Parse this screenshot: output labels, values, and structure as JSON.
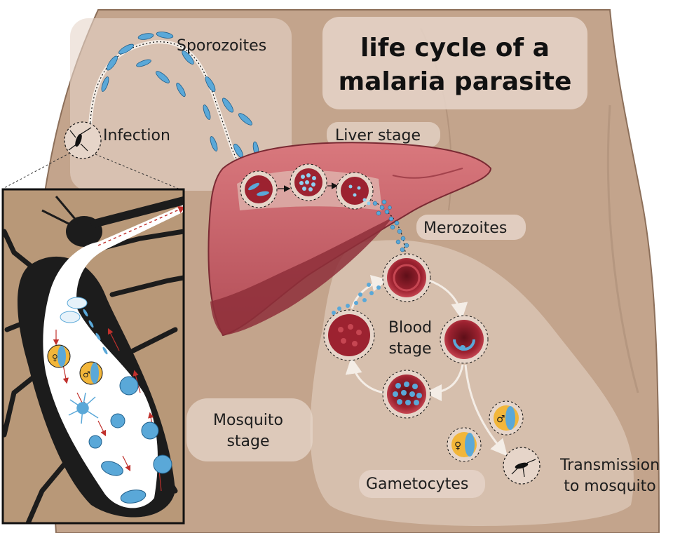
{
  "title": {
    "line1": "life cycle of a",
    "line2": "malaria parasite"
  },
  "labels": {
    "sporozoites": "Sporozoites",
    "infection": "Infection",
    "liver_stage": "Liver stage",
    "merozoites": "Merozoites",
    "blood_stage_1": "Blood",
    "blood_stage_2": "stage",
    "mosquito_stage_1": "Mosquito",
    "mosquito_stage_2": "stage",
    "gametocytes": "Gametocytes",
    "transmission_1": "Transmission",
    "transmission_2": "to mosquito"
  },
  "symbols": {
    "female": "♀",
    "male": "♂"
  },
  "colors": {
    "skin": "#c3a48c",
    "skin_dark": "#a88a73",
    "panel": "#e6d5c9",
    "liver": "#c7646a",
    "liver_dark": "#8e2f3a",
    "blood_cell": "#9c2230",
    "parasite_blue": "#5aa8d8",
    "gametocyte_yellow": "#f2b63a",
    "inset_bg": "#b89878",
    "mosquito": "#1c1c1c",
    "arrow_red": "#c0302c"
  }
}
